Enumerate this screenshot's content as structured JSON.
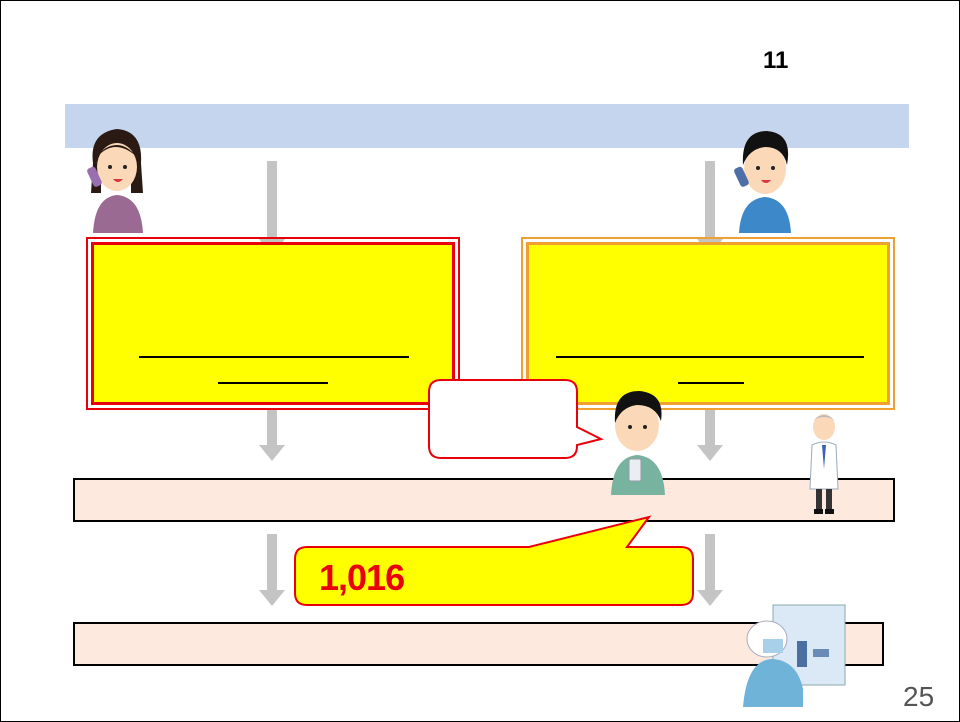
{
  "header": {
    "number_label": "11"
  },
  "callout": {
    "value": "1,016"
  },
  "page": {
    "number": "25"
  },
  "icons": [
    "woman-phone-icon",
    "man-phone-icon",
    "patient-drinking-icon",
    "doctor-icon",
    "lab-technician-icon"
  ],
  "colors": {
    "band": "#c6d5ee",
    "highlight": "#ffff00",
    "alert": "#e8000b",
    "accent_orange": "#f0a030",
    "bar_fill": "#fde9dd",
    "arrow": "#c4c4c4"
  }
}
